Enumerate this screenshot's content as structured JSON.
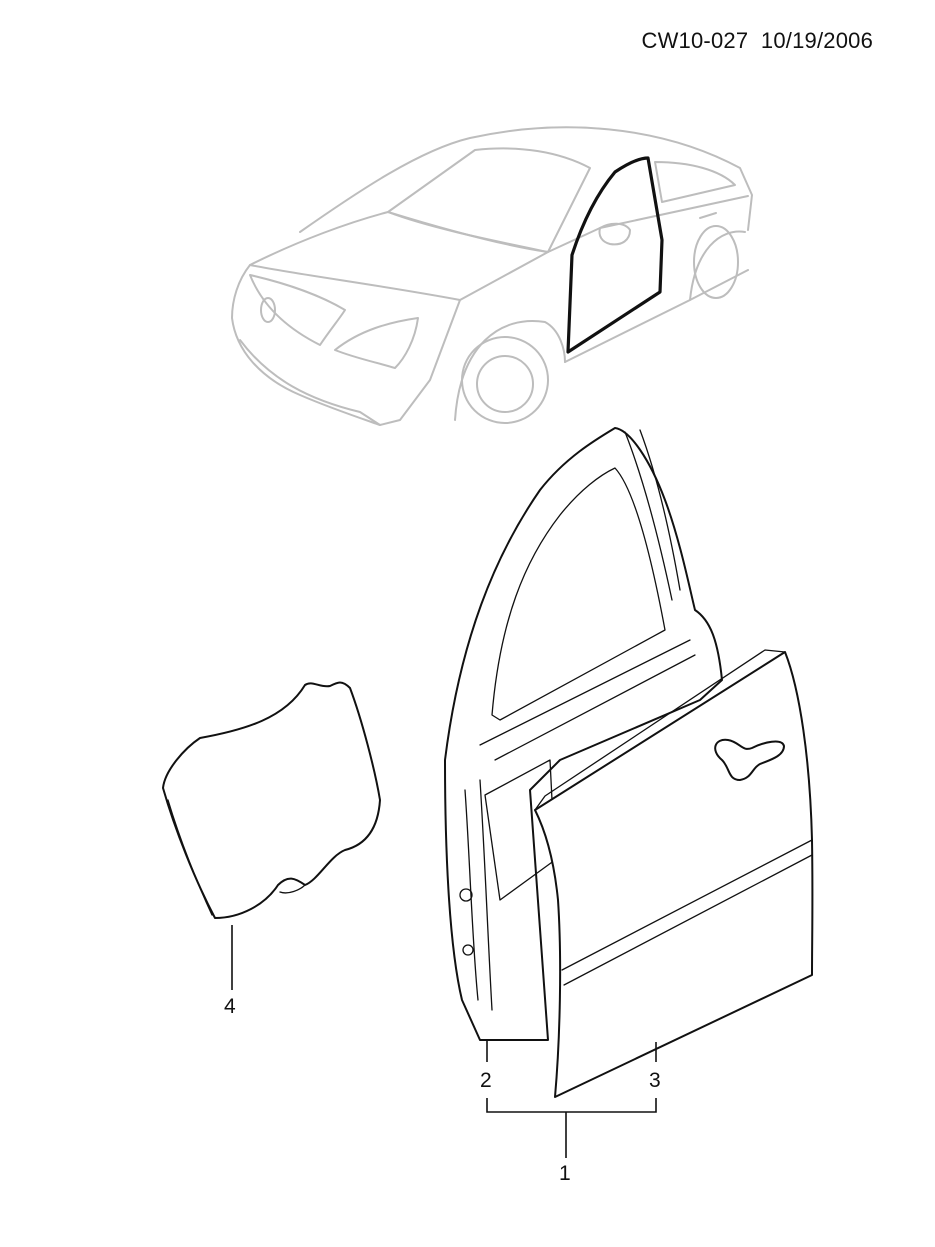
{
  "header": {
    "drawing_id": "CW10-027",
    "date": "10/19/2006"
  },
  "callouts": [
    {
      "number": "1"
    },
    {
      "number": "2"
    },
    {
      "number": "3"
    },
    {
      "number": "4"
    }
  ],
  "colors": {
    "line": "#111111",
    "ghost_car": "#bdbdbd",
    "background": "#ffffff"
  }
}
